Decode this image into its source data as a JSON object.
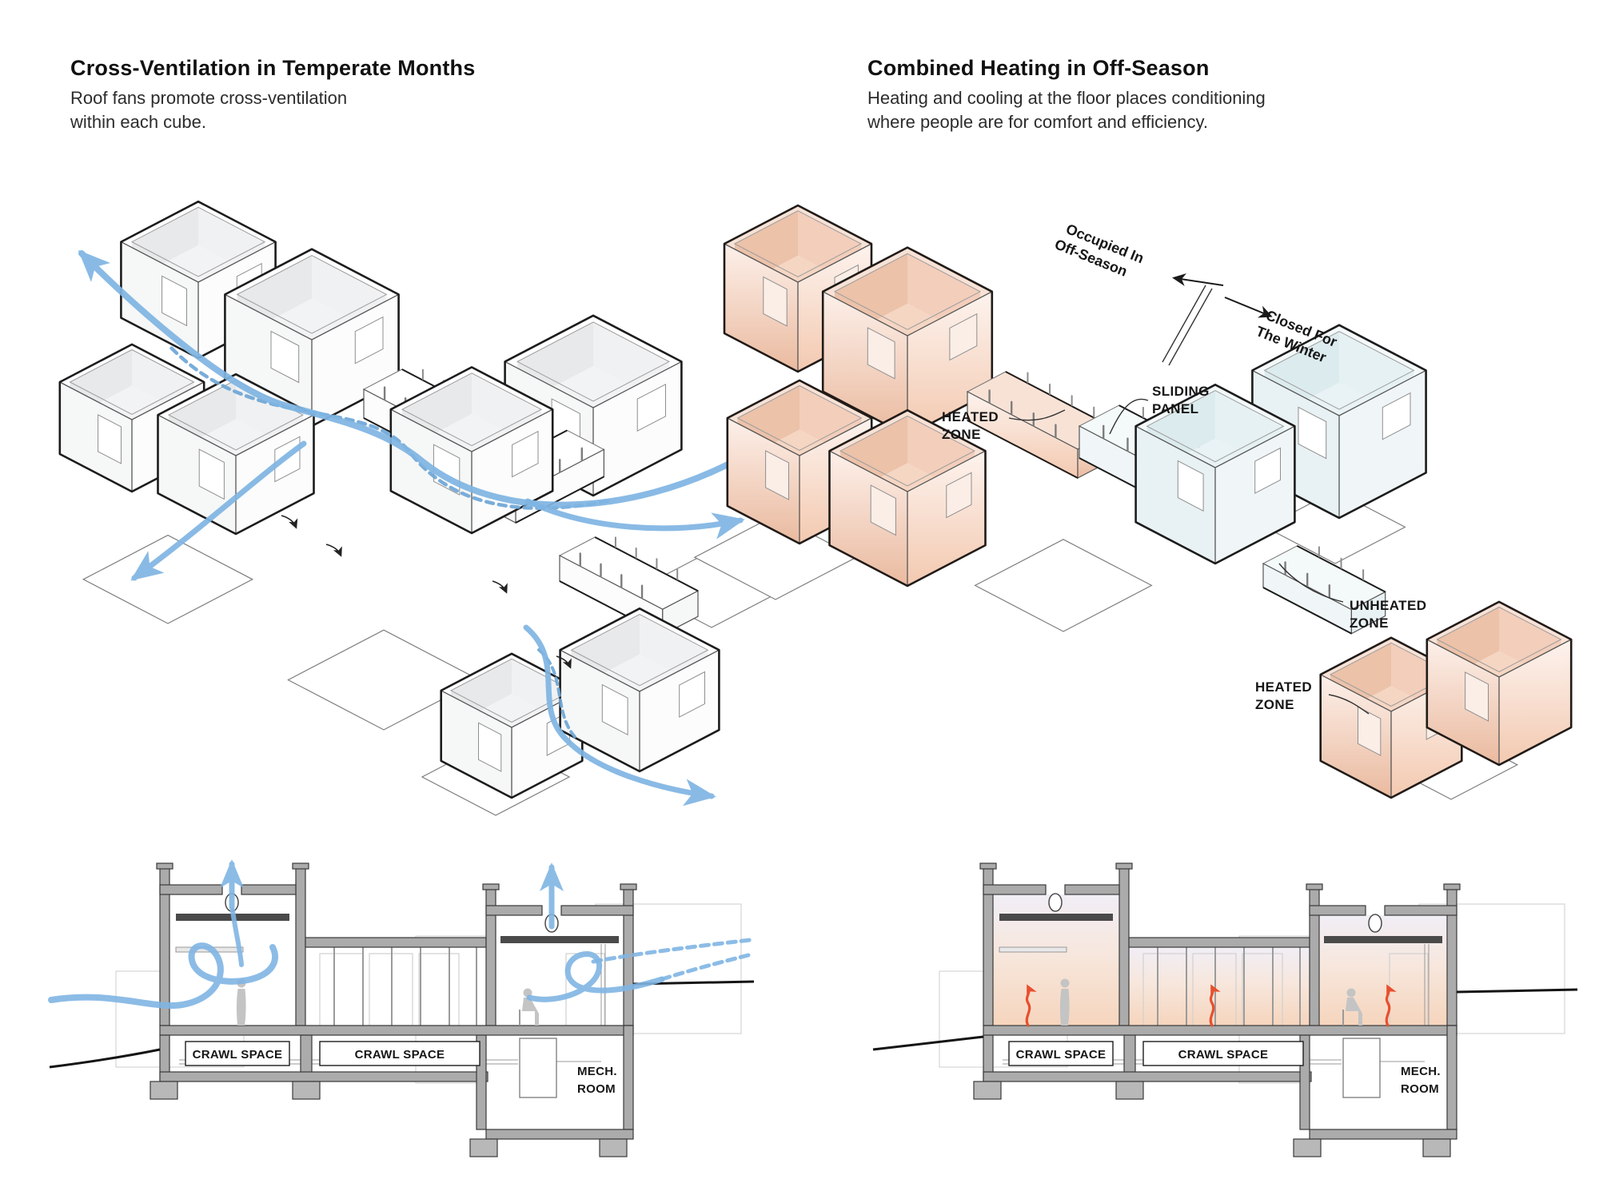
{
  "left_panel": {
    "title": "Cross-Ventilation in Temperate Months",
    "subtitle_lines": [
      "Roof fans promote cross-ventilation",
      "within each cube."
    ],
    "section": {
      "crawl_space_left": "CRAWL SPACE",
      "crawl_space_right": "CRAWL SPACE",
      "mech_room_lines": [
        "MECH.",
        "ROOM"
      ]
    }
  },
  "right_panel": {
    "title": "Combined Heating in Off-Season",
    "subtitle_lines": [
      "Heating and cooling at the floor places conditioning",
      "where people are for comfort and efficiency."
    ],
    "axon_labels": {
      "occupied_lines": [
        "Occupied In",
        "Off-Season"
      ],
      "closed_lines": [
        "Closed For",
        "The Winter"
      ],
      "sliding_panel_lines": [
        "SLIDING",
        "PANEL"
      ],
      "heated_zone_upper_lines": [
        "HEATED",
        "ZONE"
      ],
      "unheated_zone_lines": [
        "UNHEATED",
        "ZONE"
      ],
      "heated_zone_lower_lines": [
        "HEATED",
        "ZONE"
      ]
    },
    "section": {
      "crawl_space_left": "CRAWL SPACE",
      "crawl_space_right": "CRAWL SPACE",
      "mech_room_lines": [
        "MECH.",
        "ROOM"
      ]
    }
  },
  "colors": {
    "airflow_blue": "#7fb5e3",
    "airflow_blue_dashed": "#6ea6d6",
    "heated_peach": "#f3c9b0",
    "unheated_blue": "#e8f1f3",
    "heat_arrow_red": "#e84f2e",
    "structure_gray": "#ababab"
  }
}
